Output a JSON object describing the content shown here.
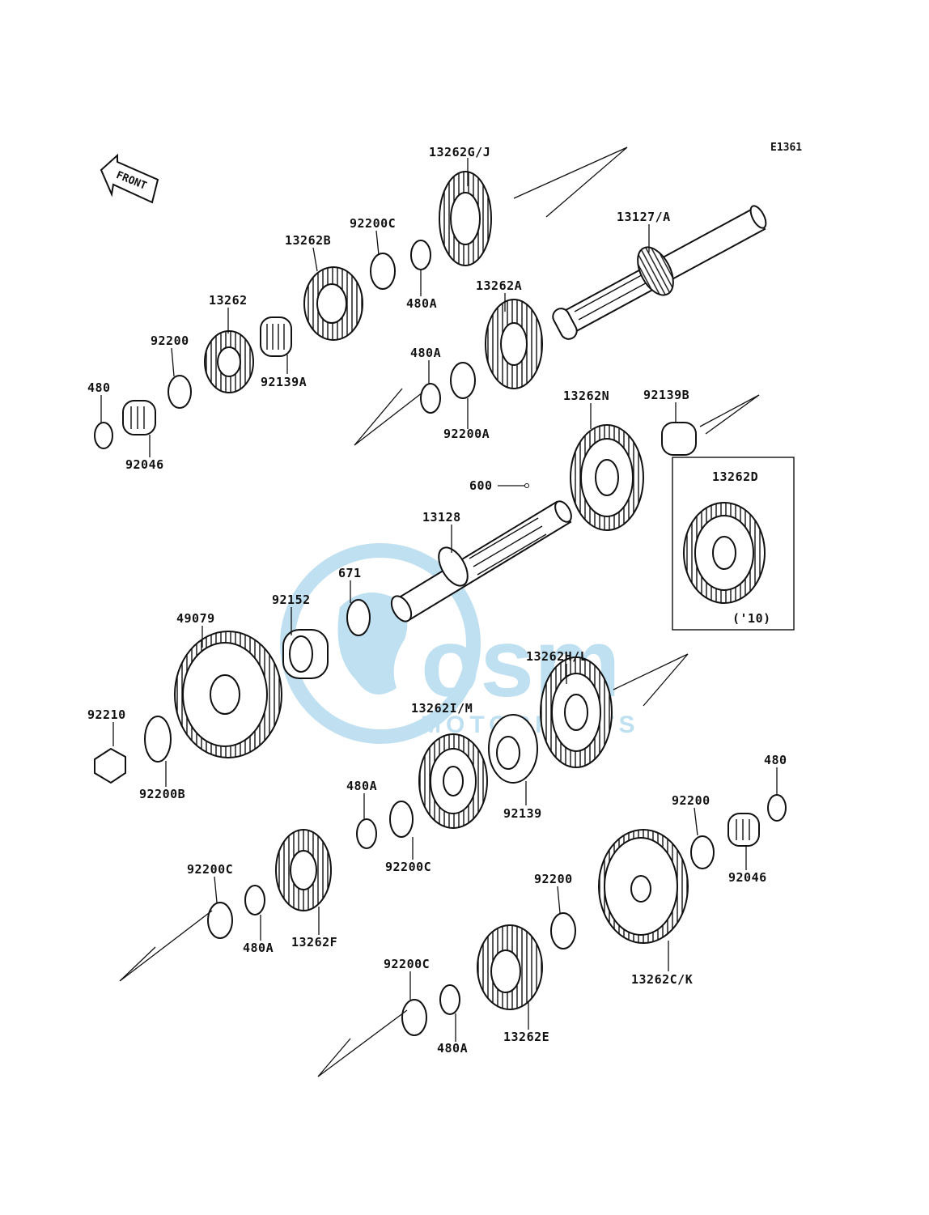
{
  "diagram_code": "E1361",
  "front_label": "FRONT",
  "variant_note": "('10)",
  "watermark": {
    "logo_text": "osm",
    "sub_text": "MOTORPARTS",
    "color": "#4aa7d8"
  },
  "parts": {
    "p13262GJ": "13262G/J",
    "p13127A": "13127/A",
    "p92200C_top": "92200C",
    "p13262B": "13262B",
    "p480A_top": "480A",
    "p13262": "13262",
    "p13262A": "13262A",
    "p92200_left": "92200",
    "p92139A": "92139A",
    "p480A_mid": "480A",
    "p480_left": "480",
    "p92046_left": "92046",
    "p92200A": "92200A",
    "p13262N": "13262N",
    "p92139B": "92139B",
    "p600": "600",
    "p13262D": "13262D",
    "p13128": "13128",
    "p671": "671",
    "p92152": "92152",
    "p49079": "49079",
    "p13262HL": "13262H/L",
    "p13262IM": "13262I/M",
    "p92210": "92210",
    "p92200B": "92200B",
    "p92139": "92139",
    "p480_right": "480",
    "p480A_low": "480A",
    "p92200_right": "92200",
    "p92200C_low": "92200C",
    "p92046_right": "92046",
    "p92200C_left": "92200C",
    "p92200_mid": "92200",
    "p480A_left": "480A",
    "p13262F": "13262F",
    "p92200C_bottom": "92200C",
    "p13262CK": "13262C/K",
    "p480A_bottom": "480A",
    "p13262E": "13262E"
  }
}
